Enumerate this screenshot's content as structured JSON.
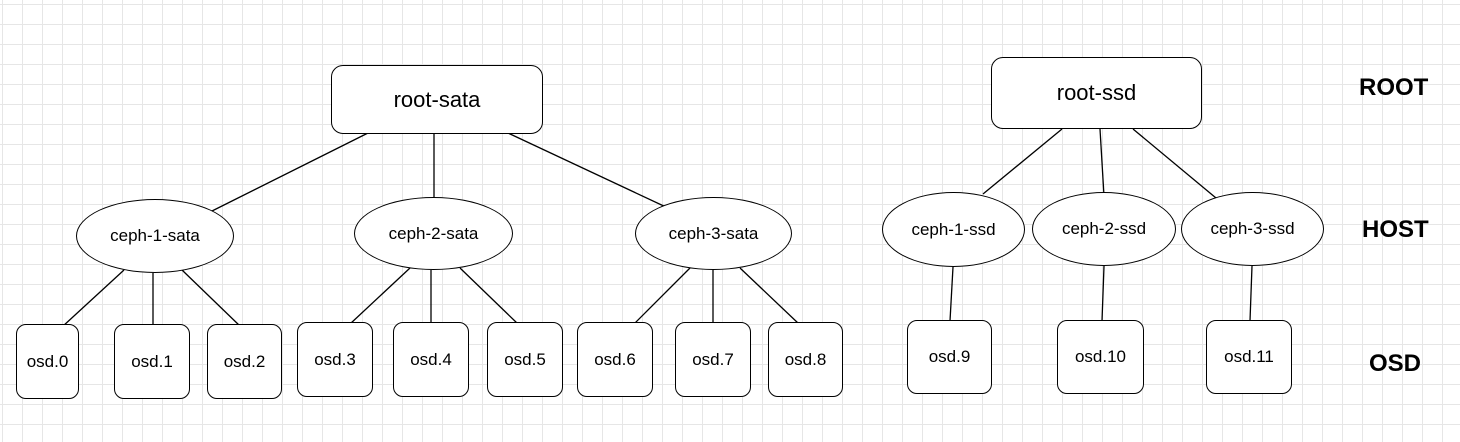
{
  "diagram": {
    "roots": {
      "sata": "root-sata",
      "ssd": "root-ssd"
    },
    "hosts": {
      "ceph_1_sata": "ceph-1-sata",
      "ceph_2_sata": "ceph-2-sata",
      "ceph_3_sata": "ceph-3-sata",
      "ceph_1_ssd": "ceph-1-ssd",
      "ceph_2_ssd": "ceph-2-ssd",
      "ceph_3_ssd": "ceph-3-ssd"
    },
    "osds": [
      "osd.0",
      "osd.1",
      "osd.2",
      "osd.3",
      "osd.4",
      "osd.5",
      "osd.6",
      "osd.7",
      "osd.8",
      "osd.9",
      "osd.10",
      "osd.11"
    ],
    "levels": {
      "root": "ROOT",
      "host": "HOST",
      "osd": "OSD"
    },
    "edges": [
      [
        "root-sata",
        "ceph-1-sata"
      ],
      [
        "root-sata",
        "ceph-2-sata"
      ],
      [
        "root-sata",
        "ceph-3-sata"
      ],
      [
        "ceph-1-sata",
        "osd.0"
      ],
      [
        "ceph-1-sata",
        "osd.1"
      ],
      [
        "ceph-1-sata",
        "osd.2"
      ],
      [
        "ceph-2-sata",
        "osd.3"
      ],
      [
        "ceph-2-sata",
        "osd.4"
      ],
      [
        "ceph-2-sata",
        "osd.5"
      ],
      [
        "ceph-3-sata",
        "osd.6"
      ],
      [
        "ceph-3-sata",
        "osd.7"
      ],
      [
        "ceph-3-sata",
        "osd.8"
      ],
      [
        "root-ssd",
        "ceph-1-ssd"
      ],
      [
        "root-ssd",
        "ceph-2-ssd"
      ],
      [
        "root-ssd",
        "ceph-3-ssd"
      ],
      [
        "ceph-1-ssd",
        "osd.9"
      ],
      [
        "ceph-2-ssd",
        "osd.10"
      ],
      [
        "ceph-3-ssd",
        "osd.11"
      ]
    ],
    "colors": {
      "stroke": "#000000",
      "fill": "#ffffff",
      "grid": "#e6e6e6"
    }
  }
}
